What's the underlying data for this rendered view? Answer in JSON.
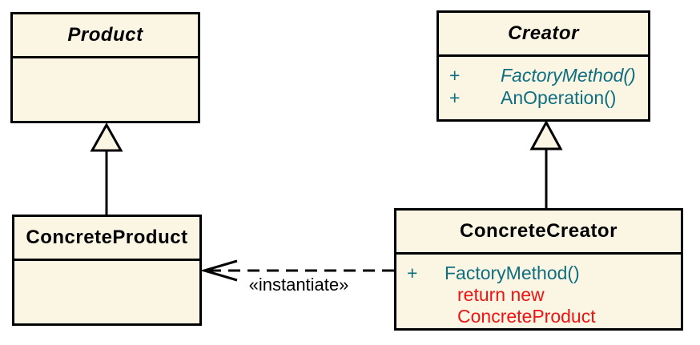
{
  "classes": {
    "product": {
      "name": "Product"
    },
    "creator": {
      "name": "Creator",
      "methods": [
        {
          "visibility": "+",
          "name": "FactoryMethod()"
        },
        {
          "visibility": "+",
          "name": "AnOperation()"
        }
      ]
    },
    "concrete_product": {
      "name": "ConcreteProduct"
    },
    "concrete_creator": {
      "name": "ConcreteCreator",
      "methods": [
        {
          "visibility": "+",
          "name": "FactoryMethod()"
        }
      ],
      "note_lines": [
        "return new",
        "ConcreteProduct"
      ]
    }
  },
  "relationships": {
    "instantiate_label": "«instantiate»"
  },
  "colors": {
    "box_fill": "#FBF5E4",
    "border": "#000000",
    "method_text": "#0E6F80",
    "note_text": "#EE1414",
    "title_text": "#000000"
  }
}
